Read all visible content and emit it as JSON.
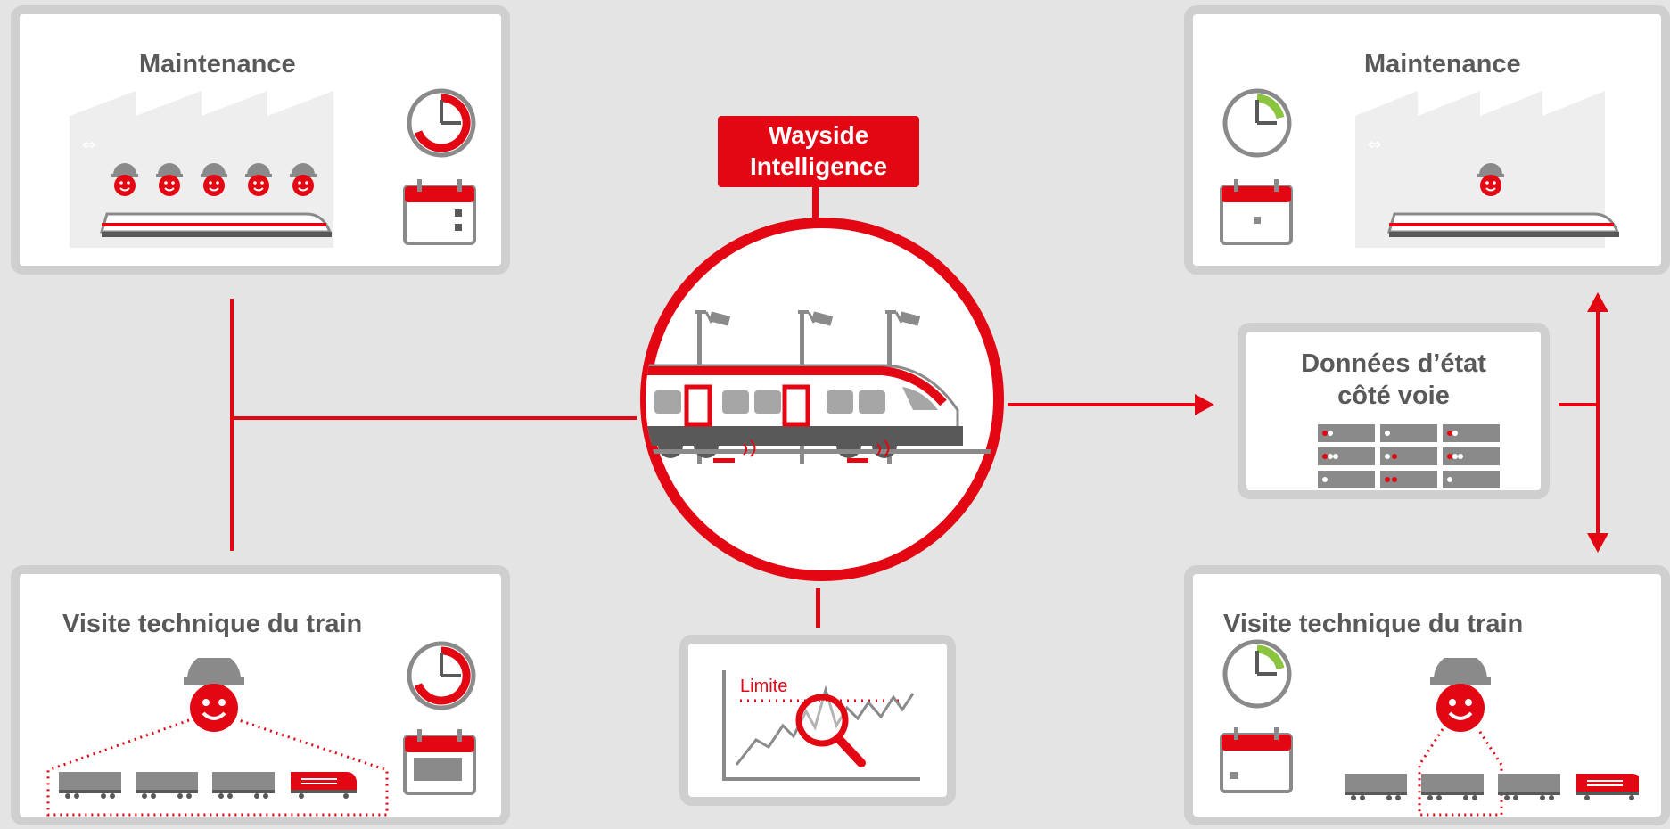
{
  "diagram": {
    "center": {
      "badge_line1": "Wayside",
      "badge_line2": "Intelligence"
    },
    "top_left": {
      "title": "Maintenance"
    },
    "top_right": {
      "title": "Maintenance"
    },
    "bottom_left": {
      "title": "Visite technique du train"
    },
    "bottom_right": {
      "title": "Visite technique du train"
    },
    "data_box": {
      "title_line1": "Données d’état",
      "title_line2": "côté voie"
    },
    "chart_box": {
      "limit_label": "Limite"
    }
  },
  "colors": {
    "red": "#e30613",
    "gray": "#8a8a8a",
    "green": "#8bc53f",
    "background": "#e4e4e4"
  },
  "icons": [
    "factory-icon",
    "worker-icon",
    "train-icon",
    "clock-icon",
    "calendar-icon",
    "camera-icon",
    "server-icon",
    "magnifier-icon",
    "locomotive-icon"
  ]
}
